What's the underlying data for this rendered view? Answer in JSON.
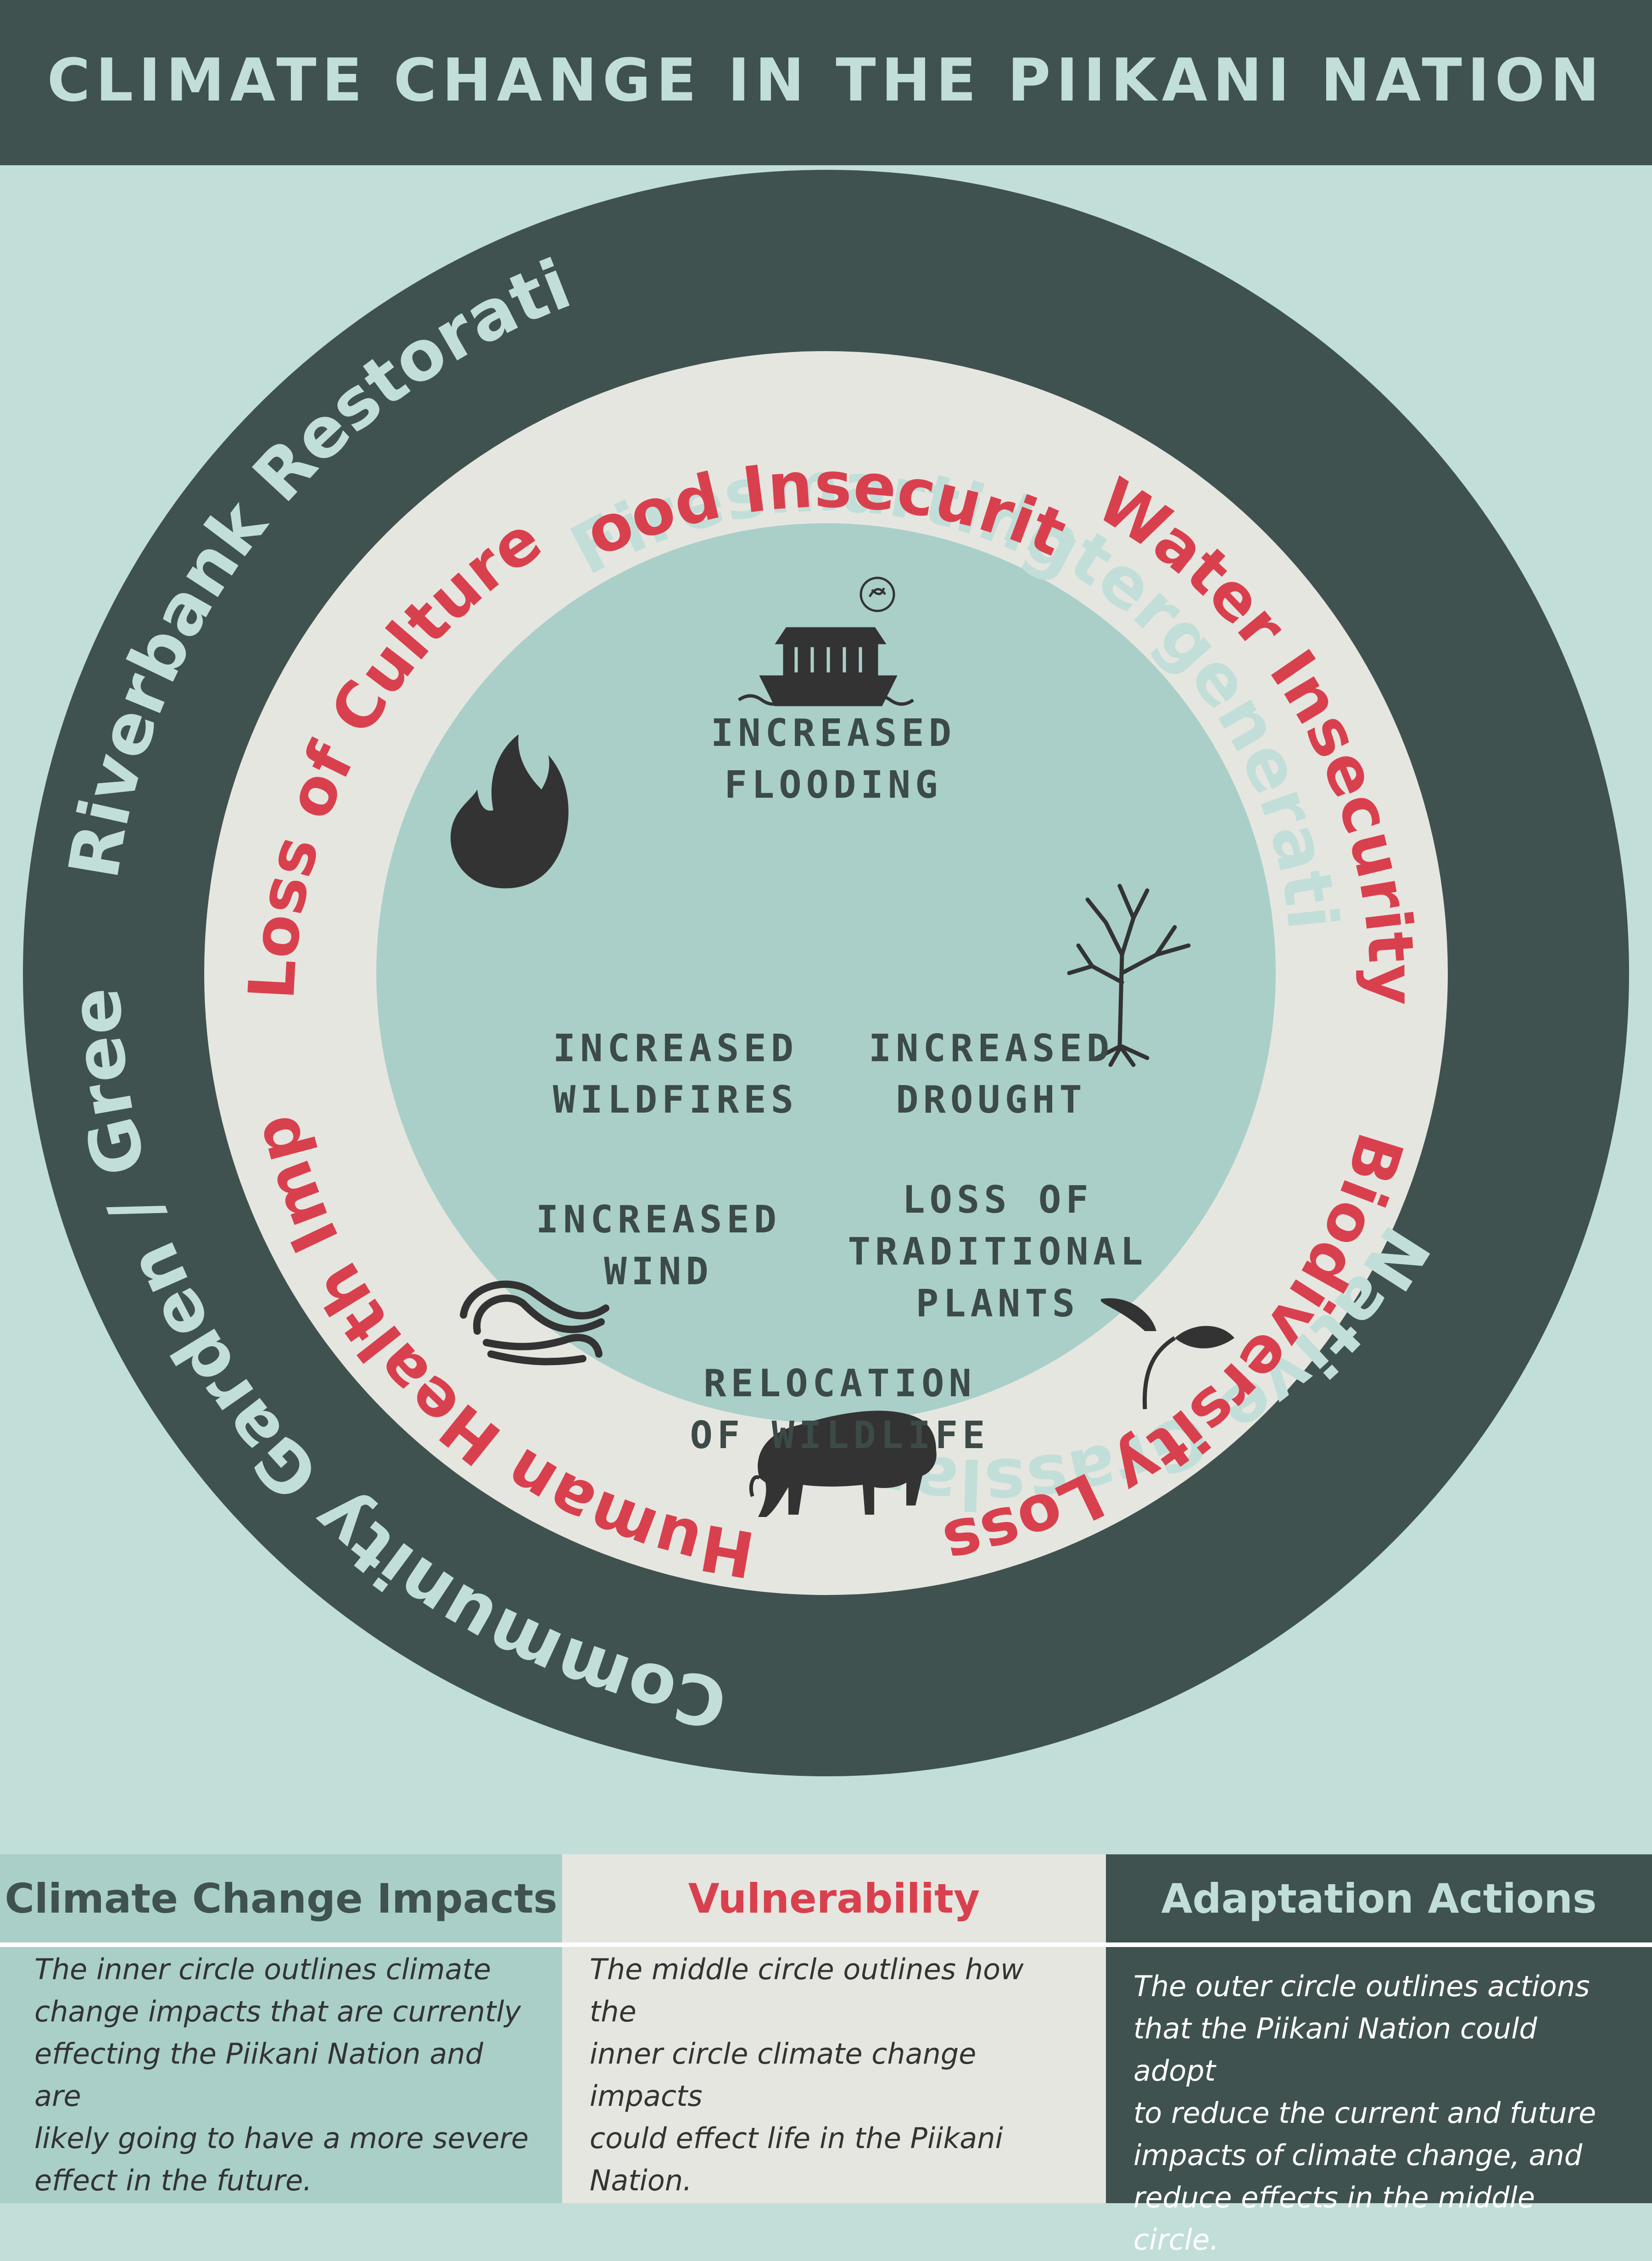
{
  "header": {
    "title": "CLIMATE CHANGE IN THE PIIKANI NATION"
  },
  "colors": {
    "background": "#c2ded9",
    "dark": "#3f524f",
    "middle_ring": "#e6e6e0",
    "inner_circle": "#a9cfc8",
    "accent_red": "#d9404e",
    "icon": "#333333"
  },
  "outer_ring": {
    "items": [
      "Firesmarting",
      "Intergenerational Learning",
      "Native Grassland Restoration",
      "Community Garden / Greenhouse",
      "Riverbank Restoration"
    ]
  },
  "middle_ring": {
    "items": [
      "Food Insecurity",
      "Water Insecurity",
      "Biodiversity Loss",
      "Human Health Impacts",
      "Loss of Culture"
    ]
  },
  "inner_circle": {
    "impacts": [
      {
        "lines": [
          "INCREASED",
          "FLOODING"
        ],
        "icon": "ark-icon"
      },
      {
        "lines": [
          "INCREASED",
          "WILDFIRES"
        ],
        "icon": "flame-icon"
      },
      {
        "lines": [
          "INCREASED",
          "DROUGHT"
        ],
        "icon": "dead-tree-icon"
      },
      {
        "lines": [
          "INCREASED",
          "WIND"
        ],
        "icon": "wind-icon"
      },
      {
        "lines": [
          "LOSS OF",
          "TRADITIONAL",
          "PLANTS"
        ],
        "icon": "sprout-icon"
      },
      {
        "lines": [
          "RELOCATION",
          "OF WILDLIFE"
        ],
        "icon": "bison-icon"
      }
    ]
  },
  "legend": {
    "impacts": {
      "title": "Climate Change Impacts",
      "lines": [
        "The inner circle outlines climate",
        "change impacts that are currently",
        "effecting the Piikani Nation and are",
        "likely going to have a more severe",
        "effect in the future."
      ]
    },
    "vulnerability": {
      "title": "Vulnerability",
      "lines": [
        "The middle circle outlines how the",
        "inner circle climate change impacts",
        "could effect life in the Piikani Nation."
      ]
    },
    "adaptation": {
      "title": "Adaptation Actions",
      "lines": [
        "The outer circle outlines actions",
        "that the Piikani Nation could adopt",
        "to reduce the current and future",
        "impacts of climate change, and",
        "reduce effects in the middle circle."
      ]
    }
  }
}
